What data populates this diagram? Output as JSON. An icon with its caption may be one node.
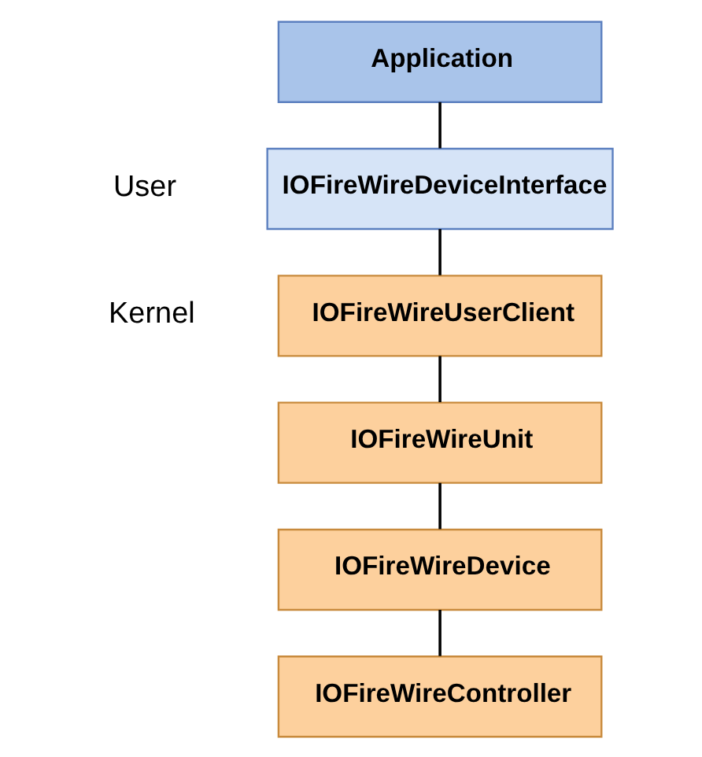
{
  "diagram": {
    "nodes": [
      {
        "text": [
          "Application"
        ]
      },
      {
        "text": [
          "IOFireWireDeviceInterface"
        ]
      },
      {
        "text": [
          "IOFireWireUserClient"
        ]
      },
      {
        "text": [
          "IOFireWireUnit"
        ]
      },
      {
        "text": [
          "IOFireWireDevice"
        ]
      },
      {
        "text": [
          "IOFireWireController"
        ]
      }
    ],
    "edges": [
      {
        "from": 0,
        "to": 1,
        "arrow": "none"
      },
      {
        "from": 1,
        "to": 2,
        "arrow": "none"
      },
      {
        "from": 2,
        "to": 3,
        "arrow": "none"
      },
      {
        "from": 3,
        "to": 4,
        "arrow": "none"
      },
      {
        "from": 4,
        "to": 5,
        "arrow": "none"
      }
    ],
    "labels": [
      "User",
      "Kernel"
    ]
  }
}
